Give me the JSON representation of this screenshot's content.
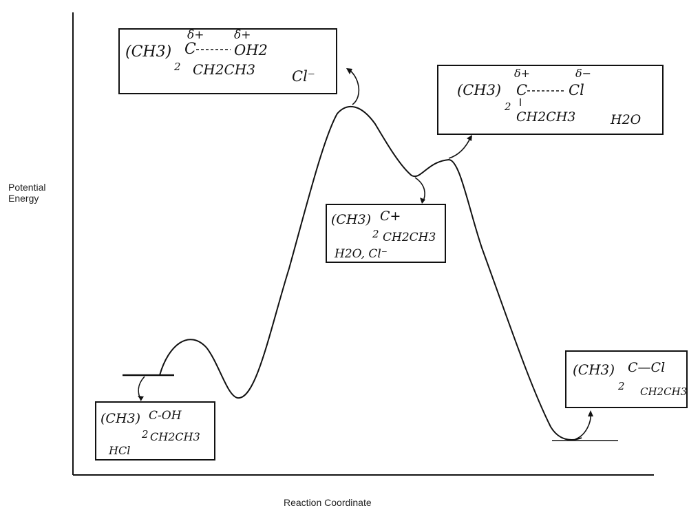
{
  "axes": {
    "y_label_line1": "Potential",
    "y_label_line2": "Energy",
    "x_label": "Reaction Coordinate"
  },
  "reactants": {
    "group": "(CH3)",
    "sub": "2",
    "center": "C-OH",
    "branch": "CH2CH3",
    "extra": "HCl"
  },
  "ts1": {
    "group": "(CH3)",
    "sub": "2",
    "center": "C",
    "partial_left": "δ+",
    "partial_right": "δ+",
    "leaving": "OH2",
    "branch": "CH2CH3",
    "extra": "Cl⁻"
  },
  "intermediate": {
    "group": "(CH3)",
    "sub": "2",
    "center": "C+",
    "branch": "CH2CH3",
    "extra": "H2O, Cl⁻"
  },
  "ts2": {
    "group": "(CH3)",
    "sub": "2",
    "center": "C",
    "partial_left": "δ+",
    "partial_right": "δ−",
    "entering": "Cl",
    "branch": "CH2CH3",
    "extra": "H2O"
  },
  "product": {
    "group": "(CH3)",
    "sub": "2",
    "center": "C—Cl",
    "branch": "CH2CH3"
  }
}
